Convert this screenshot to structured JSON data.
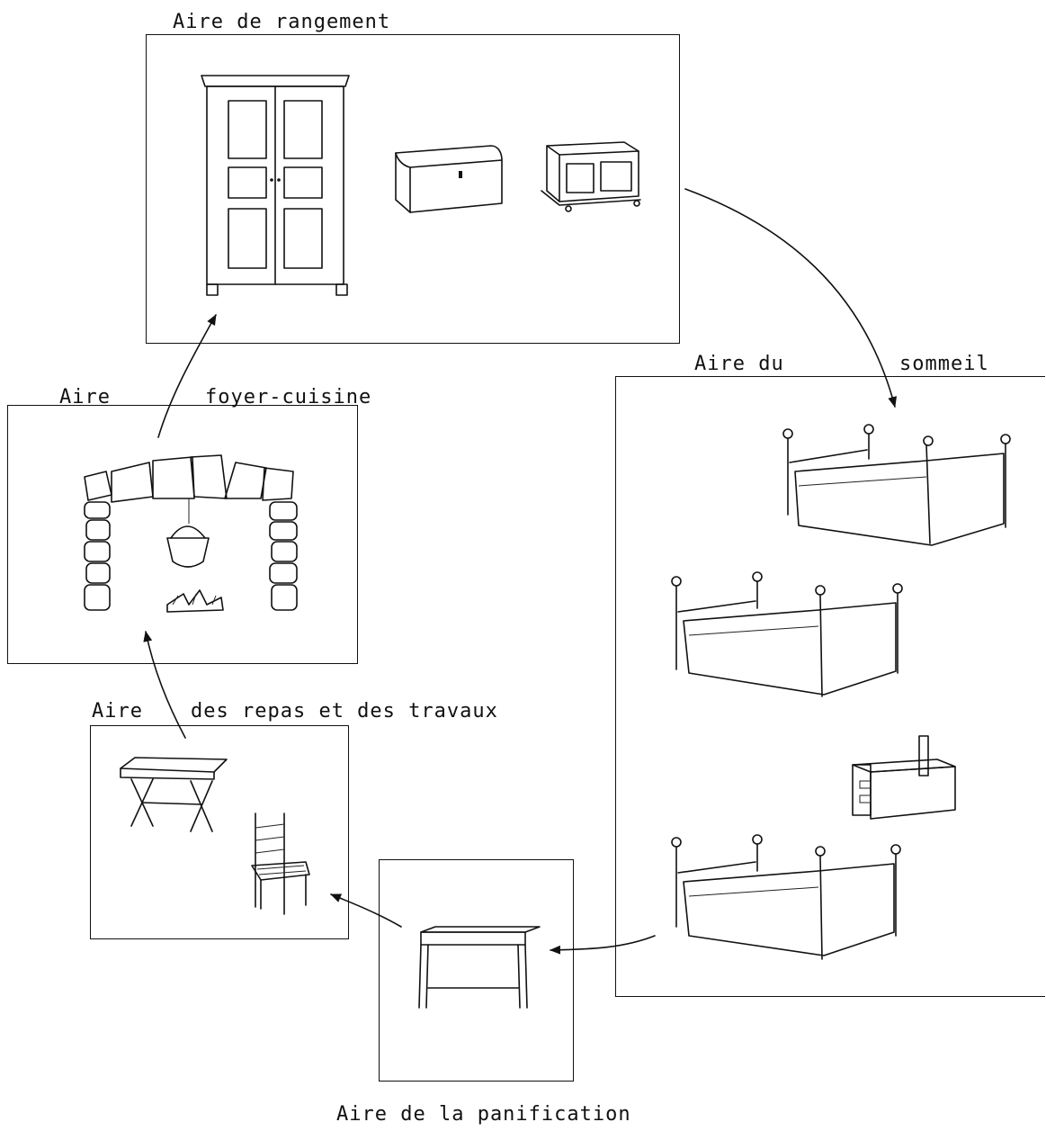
{
  "areas": {
    "storage": {
      "title": "Aire de rangement"
    },
    "sleep": {
      "title_a": "Aire du",
      "title_b": "sommeil"
    },
    "hearth": {
      "title_a": "Aire",
      "title_b": "foyer-cuisine"
    },
    "meals": {
      "title_a": "Aire",
      "title_b": "des repas et des travaux"
    },
    "bread": {
      "title": "Aire de la panification"
    }
  },
  "flow": [
    "storage",
    "sleep",
    "bread",
    "meals",
    "hearth",
    "storage"
  ],
  "colors": {
    "ink": "#111111",
    "background": "#ffffff"
  },
  "icons": [
    "armoire-icon",
    "chest-icon",
    "blanket-box-icon",
    "cauldron-icon",
    "fire-icon",
    "bed-icon",
    "stove-icon",
    "kneading-trough-icon",
    "table-icon",
    "chair-icon"
  ]
}
